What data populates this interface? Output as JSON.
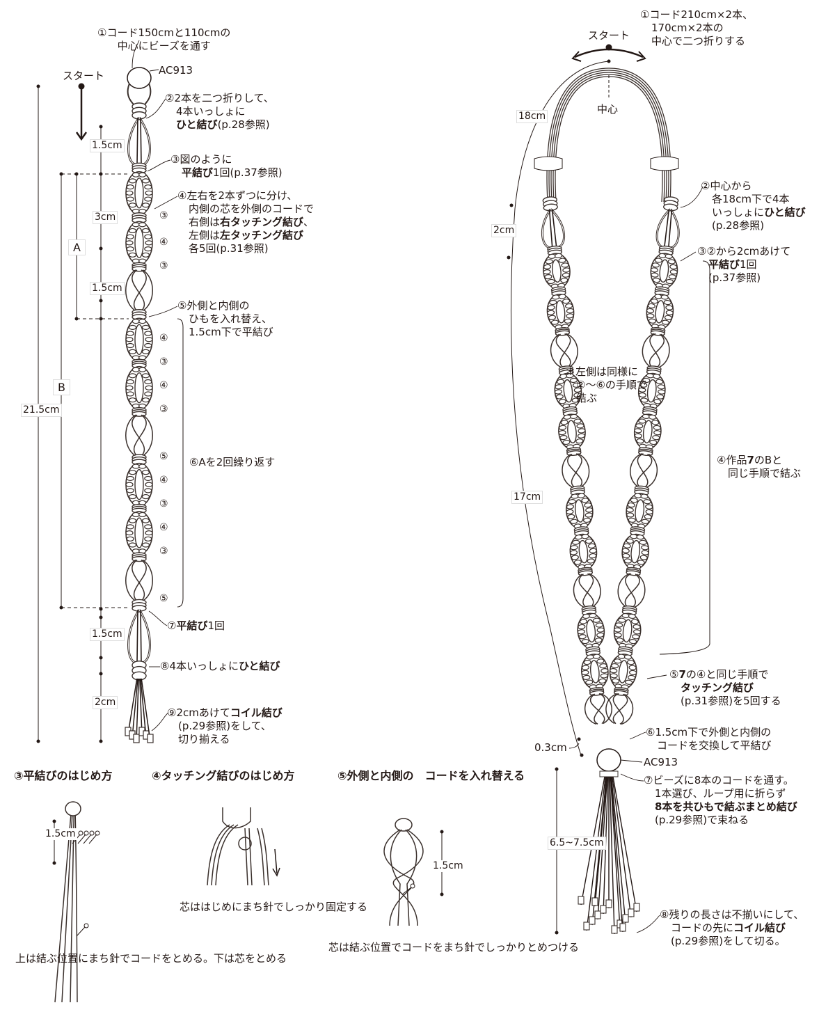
{
  "left": {
    "start": "スタート",
    "bead": "AC913",
    "note1": [
      "①コード150cmと110cmの",
      "中心にビーズを通す"
    ],
    "note2": [
      "②2本を二つ折りして、",
      "4本いっしょに",
      [
        {
          "t": "ひと結び",
          "b": true
        },
        {
          "t": "(p.28参照)",
          "b": false
        }
      ]
    ],
    "note3": [
      "③図のように",
      [
        {
          "t": "平結び",
          "b": true
        },
        {
          "t": "1回(p.37参照)",
          "b": false
        }
      ]
    ],
    "note4": [
      "④左右を2本ずつに分け、",
      "内側の芯を外側のコードで",
      [
        {
          "t": "右側は",
          "b": false
        },
        {
          "t": "右タッチング結び",
          "b": true
        },
        {
          "t": "、",
          "b": false
        }
      ],
      [
        {
          "t": "左側は",
          "b": false
        },
        {
          "t": "左タッチング結び",
          "b": true
        }
      ],
      "各5回(p.31参照)"
    ],
    "note5": [
      "⑤外側と内側の",
      "ひもを入れ替え、",
      "1.5cm下で平結び"
    ],
    "note6": [
      "⑥Aを2回繰り返す"
    ],
    "note7": [
      [
        {
          "t": "⑦",
          "b": false
        },
        {
          "t": "平結び",
          "b": true
        },
        {
          "t": "1回",
          "b": false
        }
      ]
    ],
    "note8": [
      [
        {
          "t": "⑧4本いっしょに",
          "b": false
        },
        {
          "t": "ひと結び",
          "b": true
        }
      ]
    ],
    "note9": [
      [
        {
          "t": "⑨2cmあけて",
          "b": false
        },
        {
          "t": "コイル結び",
          "b": true
        }
      ],
      "(p.29参照)をして、",
      "切り揃える"
    ],
    "step_markers": [
      "③",
      "④",
      "③",
      "④",
      "③",
      "④",
      "③",
      "⑤",
      "④",
      "③",
      "④",
      "③",
      "⑤"
    ],
    "dims": {
      "d1": [
        "1.5",
        "cm"
      ],
      "d2": [
        "3",
        "cm"
      ],
      "d3": [
        "1.5",
        "cm"
      ],
      "A": "A",
      "B": "B",
      "total": [
        "21.5",
        "cm"
      ],
      "d4": [
        "1.5",
        "cm"
      ],
      "d5": [
        "2",
        "cm"
      ]
    }
  },
  "howto": {
    "t1": "③平結びのはじめ方",
    "t2": "④タッチング結びのはじめ方",
    "t3": [
      "⑤外側と内側の",
      "コードを入れ替える"
    ],
    "c1": [
      "上は結ぶ位置に",
      "まち針でコードを",
      "とめる。下は芯をとめる"
    ],
    "c2": [
      "芯ははじめにまち針で",
      "しっかり固定する"
    ],
    "c3": [
      "芯は結ぶ位置でコードを",
      "まち針でしっかりとめつける"
    ],
    "dim1": [
      "1.5",
      "cm"
    ],
    "dim3": [
      "1.5",
      "cm"
    ]
  },
  "right": {
    "start": "スタート",
    "center": "中心",
    "bead": "AC913",
    "note1": [
      "①コード210cm×2本、",
      "170cm×2本の",
      "中心で二つ折りする"
    ],
    "note2": [
      "②中心から",
      "各18cm下で4本",
      [
        {
          "t": "いっしょに",
          "b": false
        },
        {
          "t": "ひと結び",
          "b": true
        }
      ],
      "(p.28参照)"
    ],
    "note3": [
      "③②から2cmあけて",
      [
        {
          "t": "平結び",
          "b": true
        },
        {
          "t": "1回",
          "b": false
        }
      ],
      "(p.37参照)"
    ],
    "note_side": [
      "＊左側は同様に",
      "②〜⑥の手順で",
      "結ぶ"
    ],
    "note4": [
      [
        {
          "t": "④作品",
          "b": false
        },
        {
          "t": "7",
          "b": true
        },
        {
          "t": "のBと",
          "b": false
        }
      ],
      "同じ手順で結ぶ"
    ],
    "note5": [
      [
        {
          "t": "⑤",
          "b": false
        },
        {
          "t": "7",
          "b": true
        },
        {
          "t": "の④と同じ手順で",
          "b": false
        }
      ],
      [
        {
          "t": "タッチング結び",
          "b": true
        }
      ],
      "(p.31参照)を5回する"
    ],
    "note6": [
      "⑥1.5cm下で外側と内側の",
      "コードを交換して平結び"
    ],
    "note7": [
      "⑦ビーズに8本のコードを通す。",
      "1本選び、ループ用に折らず",
      [
        {
          "t": "8本を共ひもで結ぶまとめ結び",
          "b": true
        }
      ],
      "(p.29参照)で束ねる"
    ],
    "note8": [
      "⑧残りの長さは不揃いにして、",
      [
        {
          "t": "コードの先に",
          "b": false
        },
        {
          "t": "コイル結び",
          "b": true
        }
      ],
      "(p.29参照)をして切る。"
    ],
    "dims": {
      "d18": "18cm",
      "d2": "2cm",
      "d17": [
        "17",
        "cm"
      ],
      "d03": "0.3cm",
      "dtail": [
        "6.5",
        "~",
        "7.5",
        "cm"
      ]
    }
  },
  "colors": {
    "ink": "#231815",
    "cord": "#3a302c"
  }
}
